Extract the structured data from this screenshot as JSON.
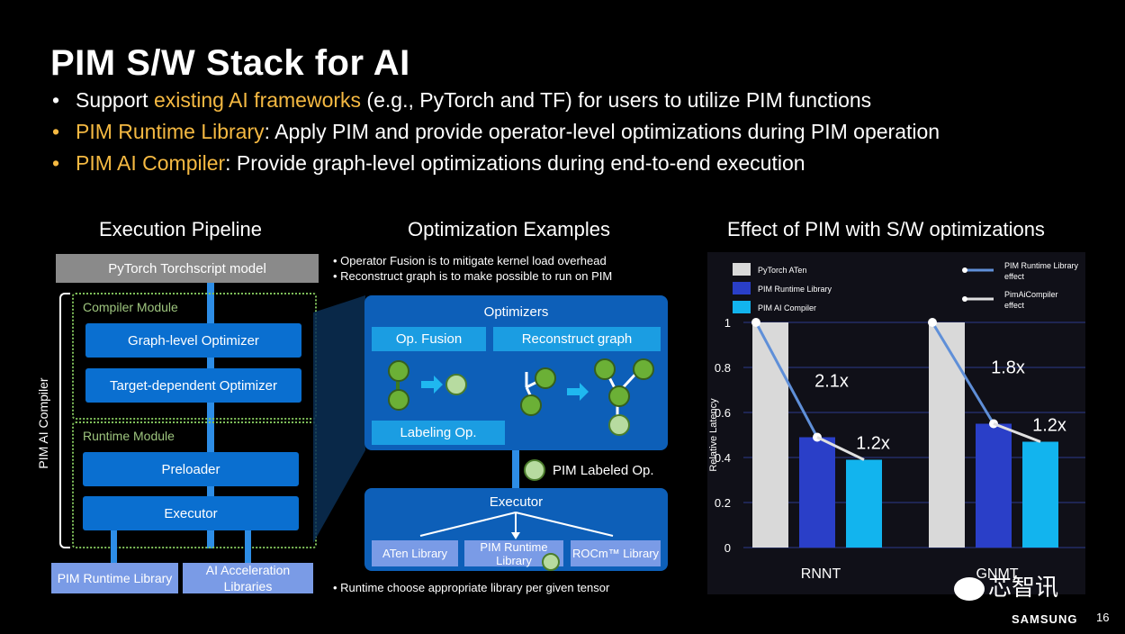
{
  "slide": {
    "title": "PIM S/W Stack for AI",
    "bullets": [
      {
        "pre": "Support ",
        "hl": "existing AI frameworks",
        "post": " (e.g., PyTorch and TF) for users to utilize PIM functions"
      },
      {
        "pre": "",
        "hl": "PIM Runtime Library",
        "post": ": Apply PIM and provide operator-level optimizations during PIM operation"
      },
      {
        "pre": "",
        "hl": "PIM AI Compiler",
        "post": ": Provide graph-level optimizations during end-to-end execution"
      }
    ],
    "page_number": "16",
    "brand": "SAMSUNG",
    "watermark": "芯智讯"
  },
  "pipeline": {
    "title": "Execution Pipeline",
    "model": "PyTorch Torchscript model",
    "side_label": "PIM AI Compiler",
    "compiler_module": "Compiler Module",
    "graph_opt": "Graph-level Optimizer",
    "target_opt": "Target-dependent Optimizer",
    "runtime_module": "Runtime Module",
    "preloader": "Preloader",
    "executor": "Executor",
    "lib_runtime": "PIM Runtime Library",
    "lib_accel": "AI Acceleration Libraries"
  },
  "optimization": {
    "title": "Optimization Examples",
    "note1": "• Operator Fusion is to mitigate kernel load overhead",
    "note2": "• Reconstruct graph is to make possible to run on PIM",
    "optimizers": "Optimizers",
    "op_fusion": "Op. Fusion",
    "reconstruct": "Reconstruct graph",
    "labeling": "Labeling Op.",
    "pim_labeled": "PIM Labeled Op.",
    "executor": "Executor",
    "aten_lib": "ATen Library",
    "pim_rt_lib": "PIM Runtime Library",
    "rocm_lib": "ROCm™ Library",
    "footer": "• Runtime choose appropriate library per given tensor"
  },
  "chart_data": {
    "type": "bar",
    "title": "Effect of PIM with S/W optimizations",
    "ylabel": "Relative Latency",
    "ylim": [
      0,
      1
    ],
    "yticks": [
      "1",
      "0.8",
      "0.6",
      "0.4",
      "0.2",
      "0"
    ],
    "categories": [
      "RNNT",
      "GNMT"
    ],
    "series": [
      {
        "name": "PyTorch ATen",
        "values": [
          1.0,
          1.0
        ],
        "color": "#d9d9d9"
      },
      {
        "name": "PIM Runtime Library",
        "values": [
          0.49,
          0.55
        ],
        "color": "#2a3fc8"
      },
      {
        "name": "PIM AI Compiler",
        "values": [
          0.39,
          0.47
        ],
        "color": "#12b4ee"
      }
    ],
    "legend_right": [
      "PIM Runtime Library effect",
      "PimAiCompiler effect"
    ],
    "annotations": [
      "2.1x",
      "1.2x",
      "1.8x",
      "1.2x"
    ]
  }
}
